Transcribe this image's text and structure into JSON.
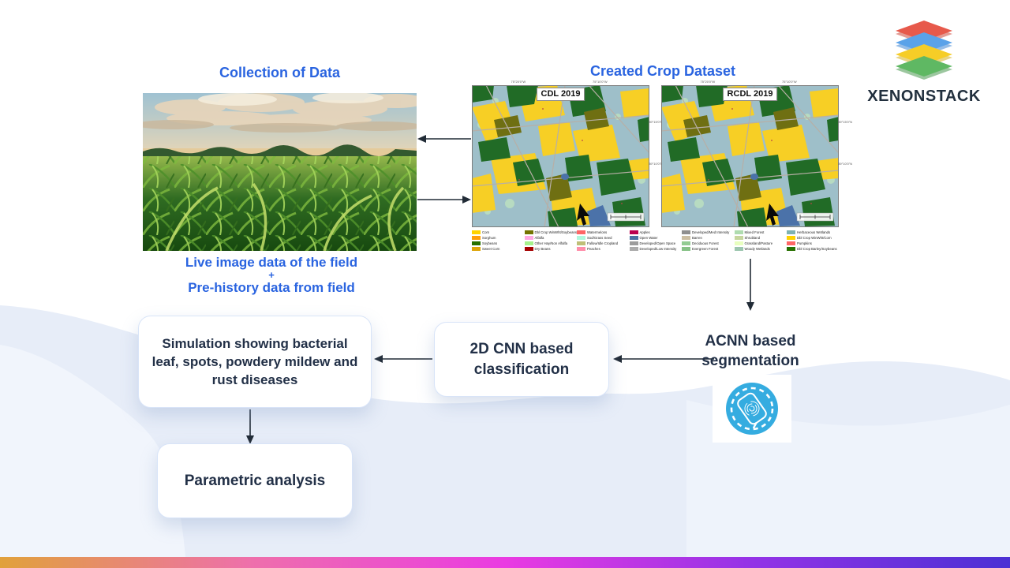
{
  "brand": {
    "name": "XENONSTACK"
  },
  "headings": {
    "collection": "Collection of Data",
    "dataset": "Created Crop Dataset"
  },
  "field_caption": {
    "line1": "Live image data of the field",
    "plus": "+",
    "line2": "Pre-history data from field"
  },
  "maps": [
    {
      "label": "CDL 2019",
      "top_ticks": [
        "75°20'0\"W",
        "75°10'0\"W"
      ],
      "right_ticks": [
        "39°15'0\"N",
        "39°10'0\"N"
      ]
    },
    {
      "label": "RCDL 2019",
      "top_ticks": [
        "75°20'0\"W",
        "75°10'0\"W"
      ],
      "right_ticks": [
        "39°15'0\"N",
        "39°10'0\"N"
      ]
    }
  ],
  "legend": {
    "items": [
      {
        "label": "Corn",
        "color": "#FFD300"
      },
      {
        "label": "Sorghum",
        "color": "#FF9E0B"
      },
      {
        "label": "Soybeans",
        "color": "#267000"
      },
      {
        "label": "Sweet Corn",
        "color": "#DDA50A"
      },
      {
        "label": "Dbl Crop WinWht/Soybeans",
        "color": "#737300"
      },
      {
        "label": "Alfalfa",
        "color": "#FFA8E3"
      },
      {
        "label": "Other Hay/Non Alfalfa",
        "color": "#A5F28C"
      },
      {
        "label": "Dry Beans",
        "color": "#A50000"
      },
      {
        "label": "Watermelons",
        "color": "#FF6666"
      },
      {
        "label": "Sod/Grass Seed",
        "color": "#AFF8DC"
      },
      {
        "label": "Fallow/Idle Cropland",
        "color": "#BFBF77"
      },
      {
        "label": "Peaches",
        "color": "#FF8EAA"
      },
      {
        "label": "Apples",
        "color": "#BA004F"
      },
      {
        "label": "Open Water",
        "color": "#4970A3"
      },
      {
        "label": "Developed/Open Space",
        "color": "#9C9C9C"
      },
      {
        "label": "Developed/Low Intensity",
        "color": "#ABABAB"
      },
      {
        "label": "Developed/Med Intensity",
        "color": "#8F8F8F"
      },
      {
        "label": "Barren",
        "color": "#CCBFA3"
      },
      {
        "label": "Deciduous Forest",
        "color": "#93CC93"
      },
      {
        "label": "Evergreen Forest",
        "color": "#87C287"
      },
      {
        "label": "Mixed Forest",
        "color": "#AFDCAF"
      },
      {
        "label": "Shrubland",
        "color": "#C6D69E"
      },
      {
        "label": "Grassland/Pasture",
        "color": "#E8FFBF"
      },
      {
        "label": "Woody Wetlands",
        "color": "#9DC6AF"
      },
      {
        "label": "Herbaceous Wetlands",
        "color": "#7FB2B2"
      },
      {
        "label": "Dbl Crop WinWht/Corn",
        "color": "#FFD300"
      },
      {
        "label": "Pumpkins",
        "color": "#FF6666"
      },
      {
        "label": "Dbl Crop Barley/Soybeans",
        "color": "#267000"
      }
    ]
  },
  "flow": {
    "acnn_line1": "ACNN based",
    "acnn_line2": "segmentation",
    "cnn_line1": "2D CNN based",
    "cnn_line2": "classification",
    "simulation": "Simulation showing bacterial leaf, spots, powdery mildew and rust diseases",
    "parametric": "Parametric analysis"
  },
  "icons": {
    "segmentation": "segmentation-tag-icon"
  },
  "colors": {
    "heading_blue": "#2A64E0",
    "text_navy": "#223047",
    "icon_blue": "#35ACE0",
    "bar_gradient": [
      "#E1A13B",
      "#EE6FAC",
      "#EA3BE2",
      "#9232E6",
      "#4A30D4"
    ]
  }
}
